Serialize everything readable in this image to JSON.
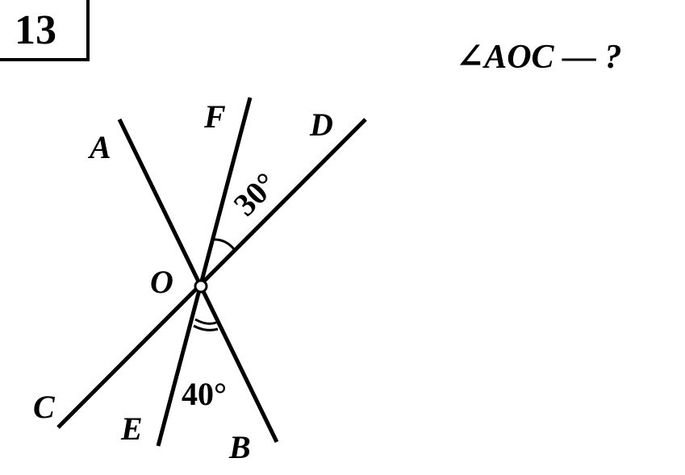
{
  "problem_number": "13",
  "question": "∠AOC — ?",
  "points": {
    "A": "A",
    "B": "B",
    "C": "C",
    "D": "D",
    "E": "E",
    "F": "F",
    "O": "O"
  },
  "angles": {
    "DOF": "30°",
    "BOE": "40°"
  }
}
